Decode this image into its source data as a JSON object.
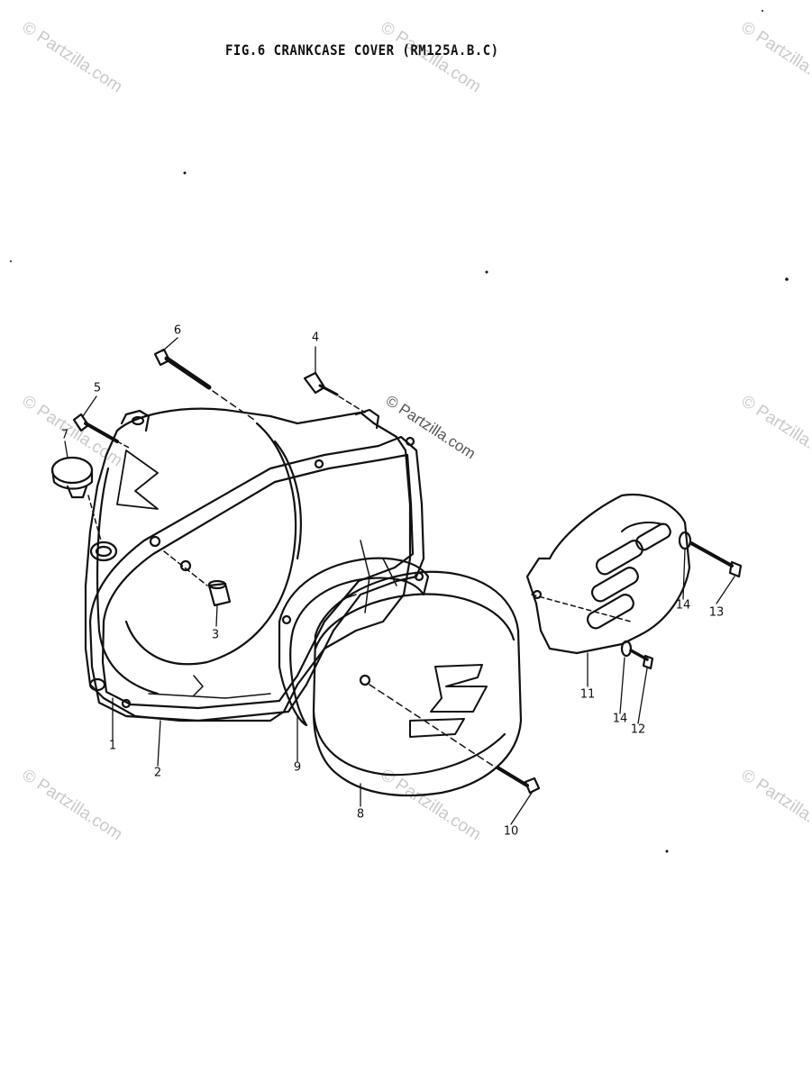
{
  "diagram": {
    "title": "FIG.6  CRANKCASE COVER (RM125A.B.C)",
    "callouts": [
      {
        "id": "c1",
        "label": "1"
      },
      {
        "id": "c2",
        "label": "2"
      },
      {
        "id": "c3",
        "label": "3"
      },
      {
        "id": "c4",
        "label": "4"
      },
      {
        "id": "c5",
        "label": "5"
      },
      {
        "id": "c6",
        "label": "6"
      },
      {
        "id": "c7",
        "label": "7"
      },
      {
        "id": "c8",
        "label": "8"
      },
      {
        "id": "c9",
        "label": "9"
      },
      {
        "id": "c10",
        "label": "10"
      },
      {
        "id": "c11",
        "label": "11"
      },
      {
        "id": "c12",
        "label": "12"
      },
      {
        "id": "c13",
        "label": "13"
      },
      {
        "id": "c14a",
        "label": "14"
      },
      {
        "id": "c14b",
        "label": "14"
      }
    ]
  },
  "watermark": {
    "text": "© Partzilla.com",
    "center_text": "© Partzilla.com"
  }
}
